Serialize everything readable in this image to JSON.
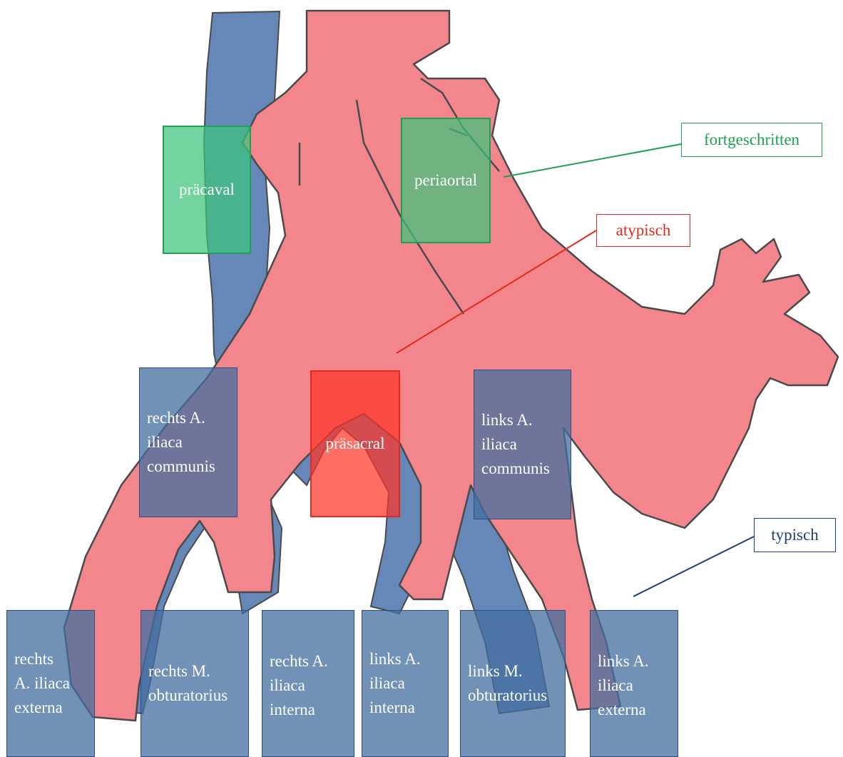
{
  "legend": {
    "fortgeschritten": "fortgeschritten",
    "atypisch": "atypisch",
    "typisch": "typisch"
  },
  "boxes": {
    "pracaval": "präcaval",
    "periaortal": "periaortal",
    "prasacral": "präsacral",
    "rechts_communis": "rechts A.\niliaca\ncommunis",
    "links_communis": "links A.\niliaca\ncommunis",
    "rechts_externa": "rechts\nA. iliaca\nexterna",
    "rechts_obturatorius": "rechts M.\nobturatorius",
    "rechts_interna": "rechts A.\niliaca\ninterna",
    "links_interna": "links A.\niliaca\ninterna",
    "links_obturatorius": "links M.\nobturatorius",
    "links_externa": "links A.\niliaca\nexterna"
  },
  "colors": {
    "artery": "#f2838a",
    "vein": "#5b84b8",
    "fortgeschritten": "#1ea152",
    "atypisch": "#e42a1f",
    "typisch": "#1f3f78"
  }
}
